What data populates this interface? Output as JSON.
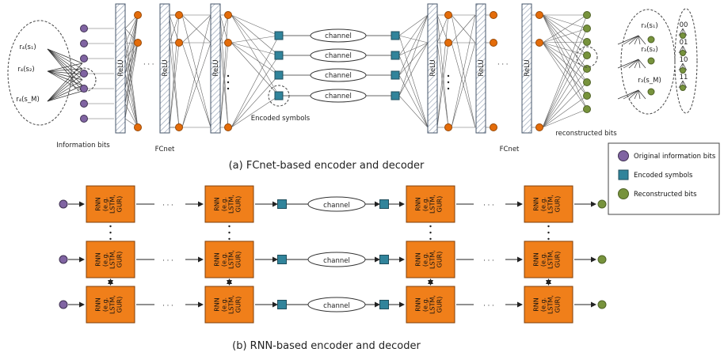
{
  "diagram_a": {
    "caption": "(a) FCnet-based encoder and decoder",
    "relu_label": "ReLU",
    "ellipsis": "· · ·",
    "fcnet_label": "FCnet",
    "channel_label": "channel",
    "info_bits_label": "Information bits",
    "encoded_symbols_label": "Encoded symbols",
    "reconstructed_bits_label": "reconstructed bits",
    "left_annotations": [
      "r₄(s₁)",
      "r₄(s₂)",
      "r₄(s_M)"
    ],
    "right_annotations": [
      "r₃(s₁)",
      "r₃(s₂)",
      "r₃(s_M)"
    ],
    "bit_patterns": [
      "00",
      "01",
      "10",
      "11"
    ]
  },
  "diagram_b": {
    "caption": "(b) RNN-based encoder and decoder",
    "rnn_lines": [
      "RNN",
      "(e.g.",
      "LSTM,",
      "GUR)"
    ],
    "channel_label": "channel",
    "ellipsis": "· · ·"
  },
  "legend": {
    "items": [
      {
        "label": "Original information bits",
        "color": "#8064a2",
        "shape": "circle"
      },
      {
        "label": "Encoded symbols",
        "color": "#31849b",
        "shape": "square"
      },
      {
        "label": "Reconstructed bits",
        "color": "#77933c",
        "shape": "circle"
      }
    ]
  },
  "colors": {
    "purple": "#8064a2",
    "orange": "#e46c0a",
    "teal": "#31849b",
    "green": "#77933c",
    "rnn_fill": "#f07f1a"
  }
}
